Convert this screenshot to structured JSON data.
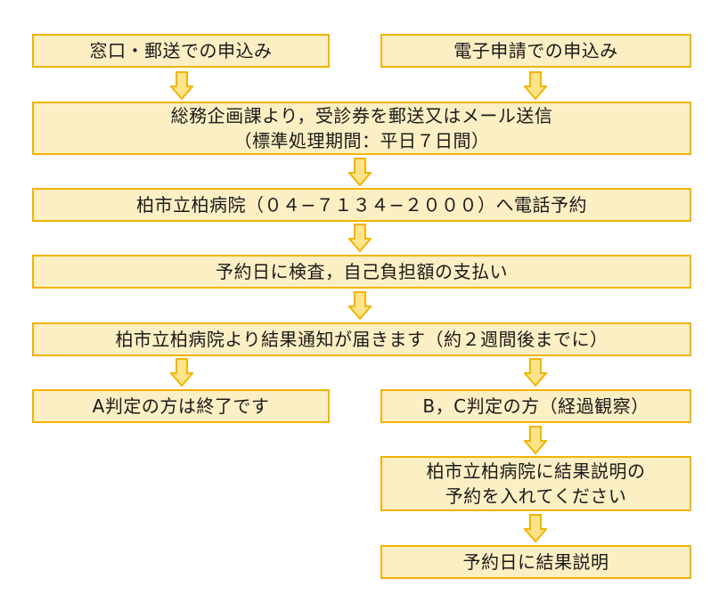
{
  "colors": {
    "box_fill": "#fdefc4",
    "box_border": "#f1b400",
    "arrow_fill": "#ffe48a",
    "arrow_stroke": "#f1b400"
  },
  "boxes": {
    "window_mail": "窓口・郵送での申込み",
    "online": "電子申請での申込み",
    "send_voucher_line1": "総務企画課より，受診券を郵送又はメール送信",
    "send_voucher_line2": "（標準処理期間：平日７日間）",
    "phone_reservation": "柏市立柏病院（０４−７１３４−２０００）へ電話予約",
    "exam_payment": "予約日に検査，自己負担額の支払い",
    "result_notice": "柏市立柏病院より結果通知が届きます（約２週間後までに）",
    "a_judgment": "A判定の方は終了です",
    "bc_judgment": "B，C判定の方（経過観察）",
    "explanation_reserve_line1": "柏市立柏病院に結果説明の",
    "explanation_reserve_line2": "予約を入れてください",
    "explanation_day": "予約日に結果説明"
  }
}
